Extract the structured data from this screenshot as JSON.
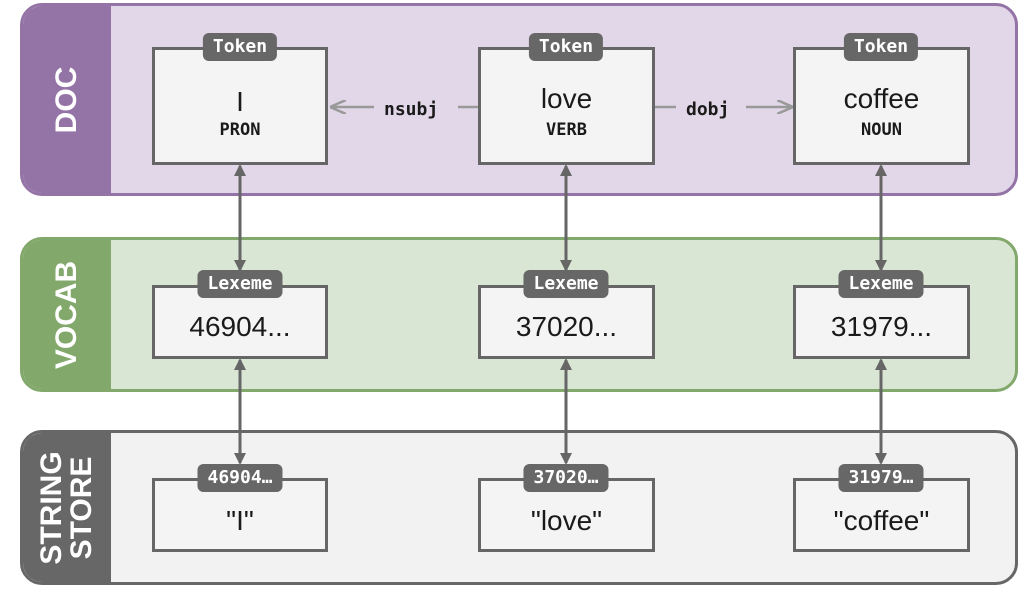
{
  "layers": {
    "doc": {
      "label": "DOC"
    },
    "vocab": {
      "label": "VOCAB"
    },
    "store": {
      "label": "STRING\nSTORE"
    }
  },
  "tokens": [
    {
      "tag": "Token",
      "text": "I",
      "pos": "PRON"
    },
    {
      "tag": "Token",
      "text": "love",
      "pos": "VERB"
    },
    {
      "tag": "Token",
      "text": "coffee",
      "pos": "NOUN"
    }
  ],
  "dependencies": [
    {
      "label": "nsubj",
      "from": "love",
      "to": "I"
    },
    {
      "label": "dobj",
      "from": "love",
      "to": "coffee"
    }
  ],
  "lexemes": [
    {
      "tag": "Lexeme",
      "value": "46904..."
    },
    {
      "tag": "Lexeme",
      "value": "37020..."
    },
    {
      "tag": "Lexeme",
      "value": "31979..."
    }
  ],
  "strings": [
    {
      "tag": "46904…",
      "value": "\"I\""
    },
    {
      "tag": "37020…",
      "value": "\"love\""
    },
    {
      "tag": "31979…",
      "value": "\"coffee\""
    }
  ],
  "colors": {
    "doc_accent": "#9474a6",
    "doc_fill": "#e2d7e8",
    "vocab_accent": "#82a86c",
    "vocab_fill": "#d9e6d4",
    "store_accent": "#676767",
    "store_fill": "#f2f2f2",
    "arrow": "#999999",
    "connector": "#666666"
  }
}
